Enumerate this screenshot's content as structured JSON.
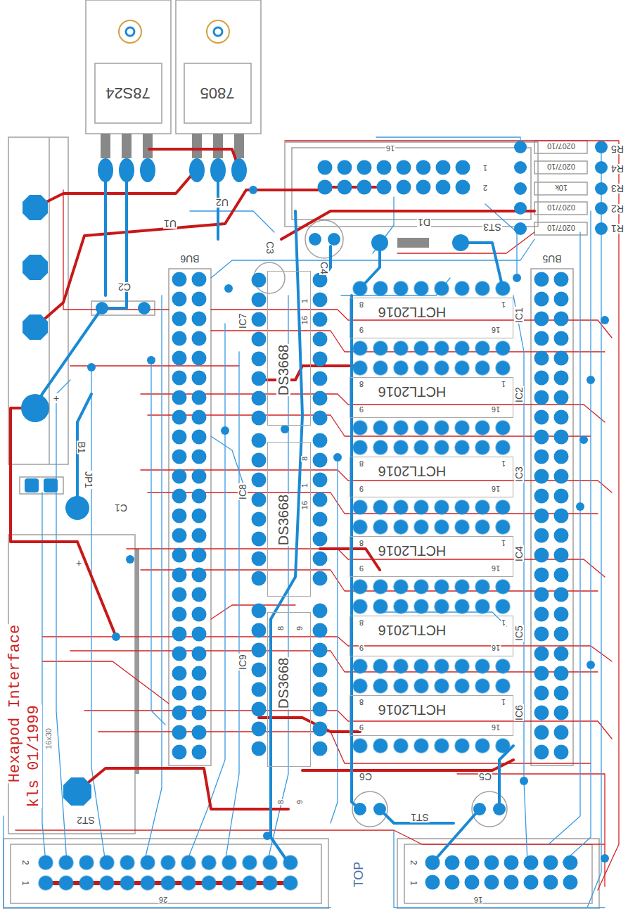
{
  "diagram": {
    "nodes": [
      {
        "text": [
          "78S24"
        ]
      },
      {
        "text": [
          "7805"
        ]
      },
      {
        "text": [
          "HCTL2016",
          "IC1"
        ]
      },
      {
        "text": [
          "HCTL2016",
          "IC2"
        ]
      },
      {
        "text": [
          "HCTL2016",
          "IC3"
        ]
      },
      {
        "text": [
          "HCTL2016",
          "IC4"
        ]
      },
      {
        "text": [
          "HCTL2016",
          "IC5"
        ]
      },
      {
        "text": [
          "HCTL2016",
          "IC6"
        ]
      },
      {
        "text": [
          "DS3668",
          "IC7"
        ]
      },
      {
        "text": [
          "DS3668",
          "IC8"
        ]
      },
      {
        "text": [
          "DS3668",
          "IC9"
        ]
      }
    ],
    "labels": [
      "U1",
      "U2",
      "16",
      "1",
      "2",
      "R5",
      "R4",
      "R3",
      "R2",
      "R1",
      "0207/10",
      "0207/10",
      "10k",
      "0207/10",
      "0207/10",
      "ST3",
      "D1",
      "C3",
      "C4",
      "BU6",
      "BU5",
      "C2",
      "+",
      "B1",
      "JP1",
      "C1",
      "+",
      "16x30",
      "Hexapod Interface",
      "kls 01/1999",
      "8",
      "1",
      "9",
      "16",
      "8",
      "1",
      "9",
      "16",
      "8",
      "1",
      "9",
      "16",
      "8",
      "1",
      "9",
      "16",
      "8",
      "1",
      "9",
      "16",
      "8",
      "1",
      "9",
      "16",
      "1",
      "16",
      "8",
      "1",
      "16",
      "8",
      "9",
      "8",
      "9",
      "ST2",
      "C6",
      "C5",
      "ST1",
      "2",
      "1",
      "26",
      "TOP",
      "2",
      "1",
      "16"
    ]
  }
}
